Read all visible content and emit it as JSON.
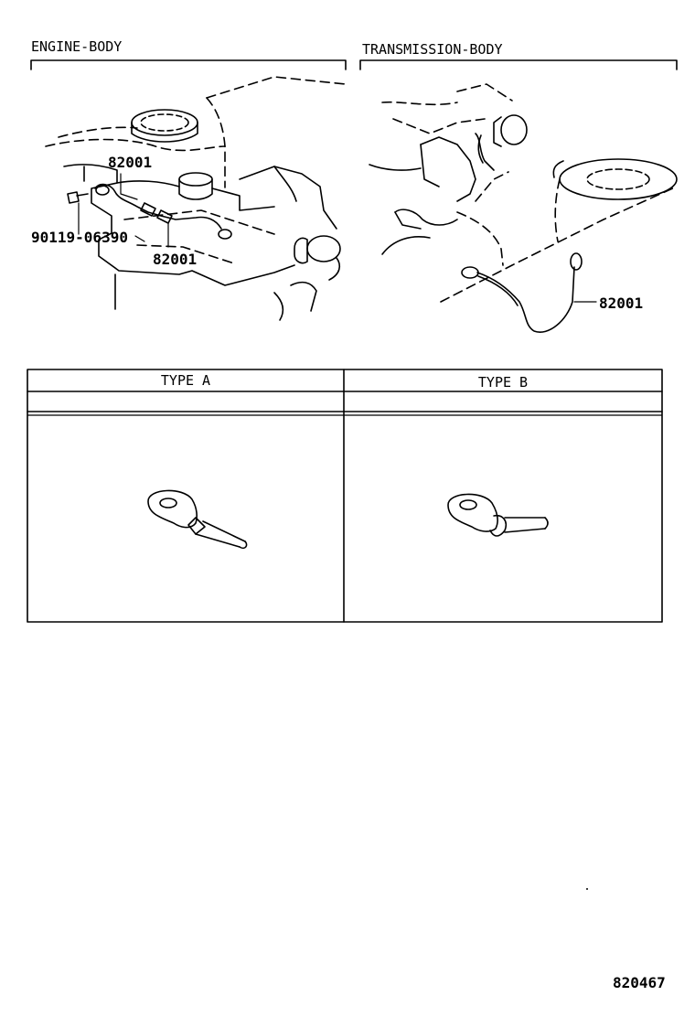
{
  "sections": {
    "engine_body": {
      "title": "ENGINE-BODY"
    },
    "transmission_body": {
      "title": "TRANSMISSION-BODY"
    }
  },
  "callouts": {
    "engine_top": "82001",
    "engine_bolt": "90119-06390",
    "engine_bottom": "82001",
    "transmission": "82001"
  },
  "type_table": {
    "columns": [
      "TYPE A",
      "TYPE B"
    ]
  },
  "footer": {
    "diagram_number": "820467"
  }
}
